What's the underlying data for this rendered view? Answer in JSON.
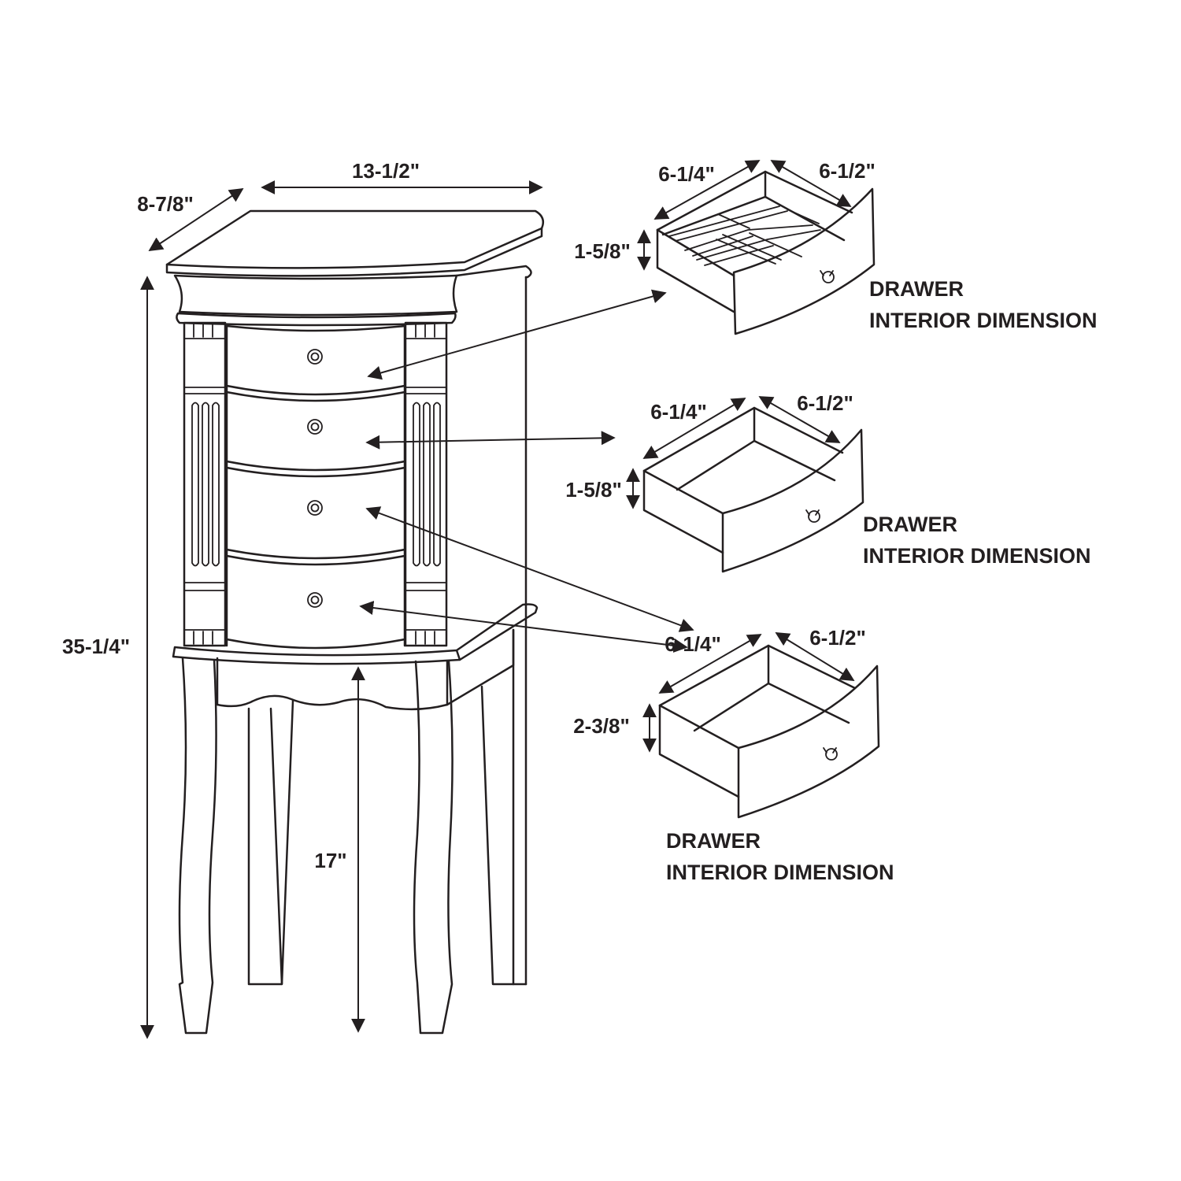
{
  "cabinet": {
    "width": "13-1/2\"",
    "depth": "8-7/8\"",
    "height": "35-1/4\"",
    "leg_height": "17\""
  },
  "drawers": [
    {
      "width": "6-1/4\"",
      "depth": "6-1/2\"",
      "height": "1-5/8\"",
      "caption_line1": "DRAWER",
      "caption_line2": "INTERIOR DIMENSION"
    },
    {
      "width": "6-1/4\"",
      "depth": "6-1/2\"",
      "height": "1-5/8\"",
      "caption_line1": "DRAWER",
      "caption_line2": "INTERIOR DIMENSION"
    },
    {
      "width": "6-1/4\"",
      "depth": "6-1/2\"",
      "height": "2-3/8\"",
      "caption_line1": "DRAWER",
      "caption_line2": "INTERIOR DIMENSION"
    }
  ],
  "colors": {
    "line": "#231f20",
    "background": "#ffffff"
  }
}
